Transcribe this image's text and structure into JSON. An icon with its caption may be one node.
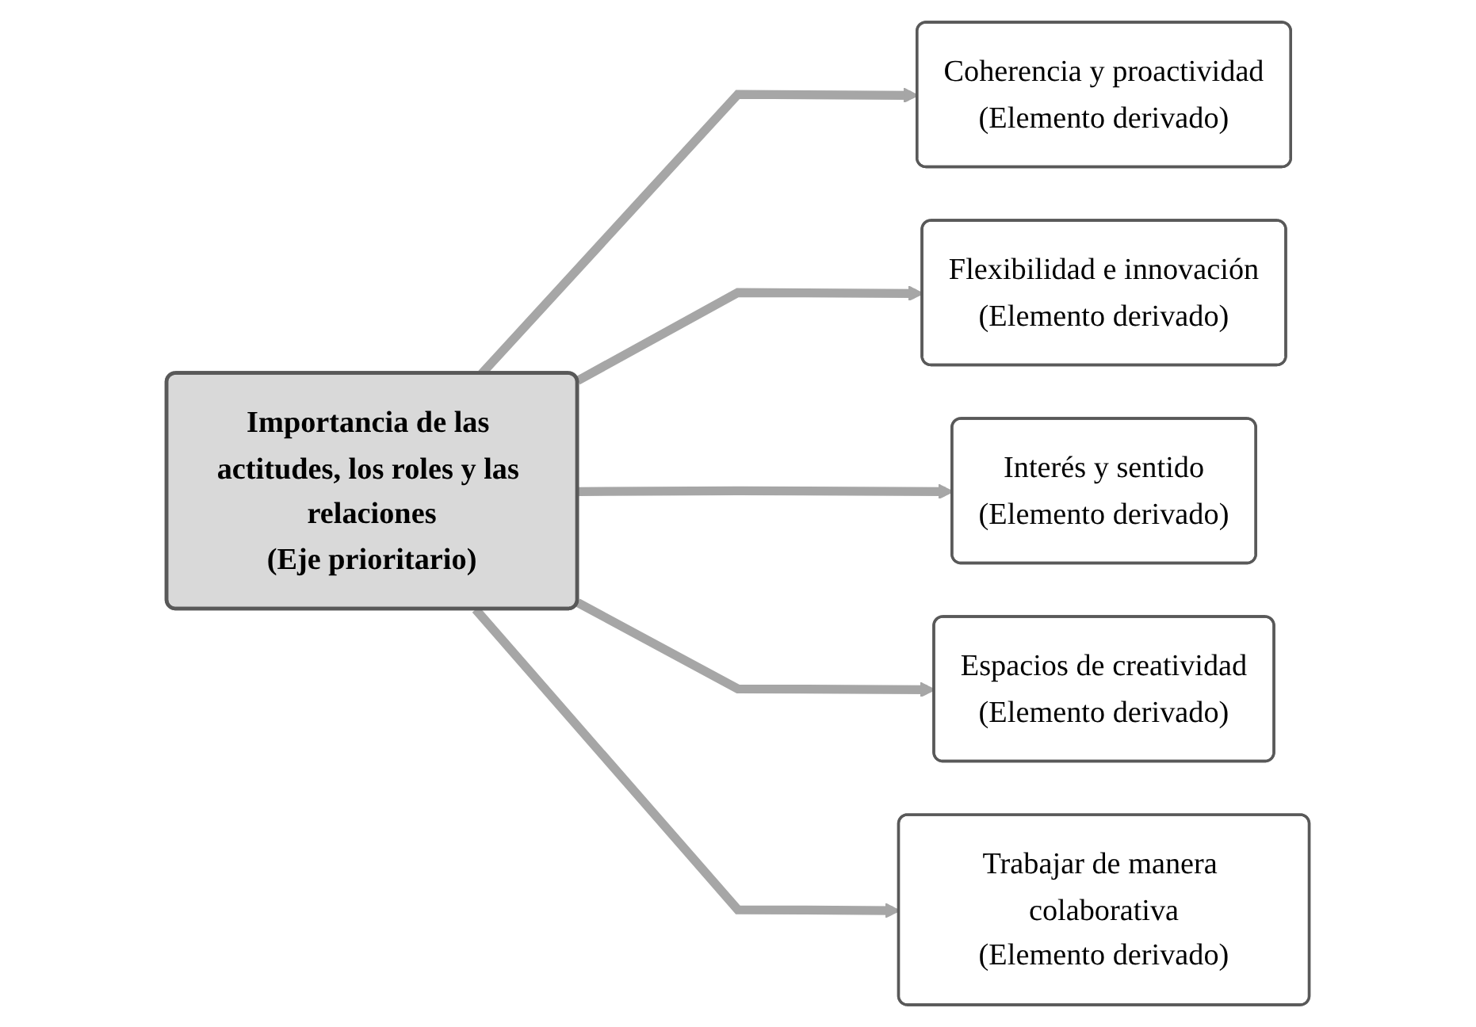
{
  "diagram": {
    "nodes": [
      {
        "text": [
          "Importancia de las actitudes, los roles y las relaciones",
          "(Eje prioritario)"
        ]
      },
      {
        "text": [
          "Coherencia y proactividad",
          "(Elemento derivado)"
        ]
      },
      {
        "text": [
          "Flexibilidad e innovación",
          "(Elemento derivado)"
        ]
      },
      {
        "text": [
          "Interés y sentido",
          "(Elemento derivado)"
        ]
      },
      {
        "text": [
          "Espacios de creatividad",
          "(Elemento derivado)"
        ]
      },
      {
        "text": [
          "Trabajar de manera colaborativa",
          "(Elemento derivado)"
        ]
      }
    ],
    "edges": [
      {
        "from": 0,
        "to": 1,
        "arrow": "to"
      },
      {
        "from": 0,
        "to": 2,
        "arrow": "to"
      },
      {
        "from": 0,
        "to": 3,
        "arrow": "to"
      },
      {
        "from": 0,
        "to": 4,
        "arrow": "to"
      },
      {
        "from": 0,
        "to": 5,
        "arrow": "to"
      }
    ]
  }
}
